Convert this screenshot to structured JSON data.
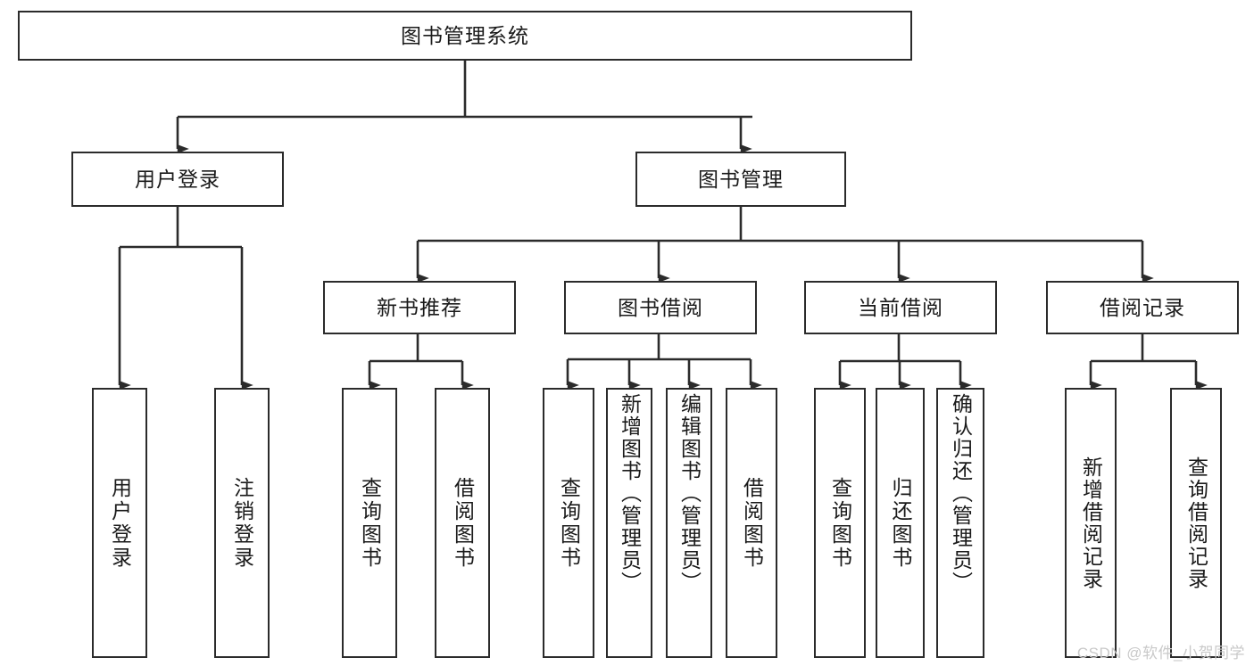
{
  "diagram": {
    "title": "图书管理系统",
    "type": "tree",
    "root": {
      "id": "root",
      "label": "图书管理系统"
    },
    "level2": [
      {
        "id": "user-login",
        "label": "用户登录"
      },
      {
        "id": "book-manage",
        "label": "图书管理"
      }
    ],
    "level3": [
      {
        "id": "new-book-recommend",
        "label": "新书推荐",
        "parent": "book-manage"
      },
      {
        "id": "book-borrow",
        "label": "图书借阅",
        "parent": "book-manage"
      },
      {
        "id": "current-borrow",
        "label": "当前借阅",
        "parent": "book-manage"
      },
      {
        "id": "borrow-record",
        "label": "借阅记录",
        "parent": "book-manage"
      }
    ],
    "leaves": [
      {
        "id": "leaf-user-login",
        "label": "用户登录",
        "parent": "user-login"
      },
      {
        "id": "leaf-logout-login",
        "label": "注销登录",
        "parent": "user-login"
      },
      {
        "id": "leaf-query-book-1",
        "label": "查询图书",
        "parent": "new-book-recommend"
      },
      {
        "id": "leaf-borrow-book-1",
        "label": "借阅图书",
        "parent": "new-book-recommend"
      },
      {
        "id": "leaf-query-book-2",
        "label": "查询图书",
        "parent": "book-borrow"
      },
      {
        "id": "leaf-add-book",
        "label": "新增图书（管理员）",
        "parent": "book-borrow"
      },
      {
        "id": "leaf-edit-book",
        "label": "编辑图书（管理员）",
        "parent": "book-borrow"
      },
      {
        "id": "leaf-borrow-book-2",
        "label": "借阅图书",
        "parent": "book-borrow"
      },
      {
        "id": "leaf-query-book-3",
        "label": "查询图书",
        "parent": "current-borrow"
      },
      {
        "id": "leaf-return-book",
        "label": "归还图书",
        "parent": "current-borrow"
      },
      {
        "id": "leaf-confirm-return",
        "label": "确认归还（管理员）",
        "parent": "current-borrow"
      },
      {
        "id": "leaf-add-record",
        "label": "新增借阅记录",
        "parent": "borrow-record"
      },
      {
        "id": "leaf-query-record",
        "label": "查询借阅记录",
        "parent": "borrow-record"
      }
    ],
    "colors": {
      "stroke": "#2b2b2b",
      "fill": "#ffffff",
      "text": "#1a1a1a",
      "watermark": "#c9c9c9"
    }
  },
  "watermark": {
    "text": "CSDN @软件_小贺同学"
  }
}
